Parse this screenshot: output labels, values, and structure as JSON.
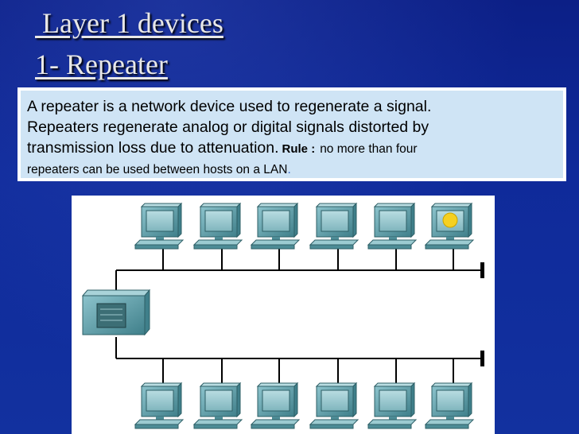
{
  "slide": {
    "title_line1": " Layer 1 devices",
    "title_line2": "1- Repeater"
  },
  "description": {
    "line1": "A repeater is a network device used to regenerate a signal.",
    "line2": "Repeaters regenerate analog or digital signals distorted by",
    "line3": "transmission loss due to attenuation.",
    "rule_label": "Rule :",
    "rule_text": "no more than four",
    "line4": "repeaters can be used between hosts on a LAN",
    "line4_end": "."
  },
  "diagram": {
    "top_hosts": 6,
    "bottom_hosts": 6,
    "highlighted_host": "top-6",
    "highlight_color": "#f5d020",
    "device_color": "#5b9aa6",
    "cable_color": "#000000"
  }
}
